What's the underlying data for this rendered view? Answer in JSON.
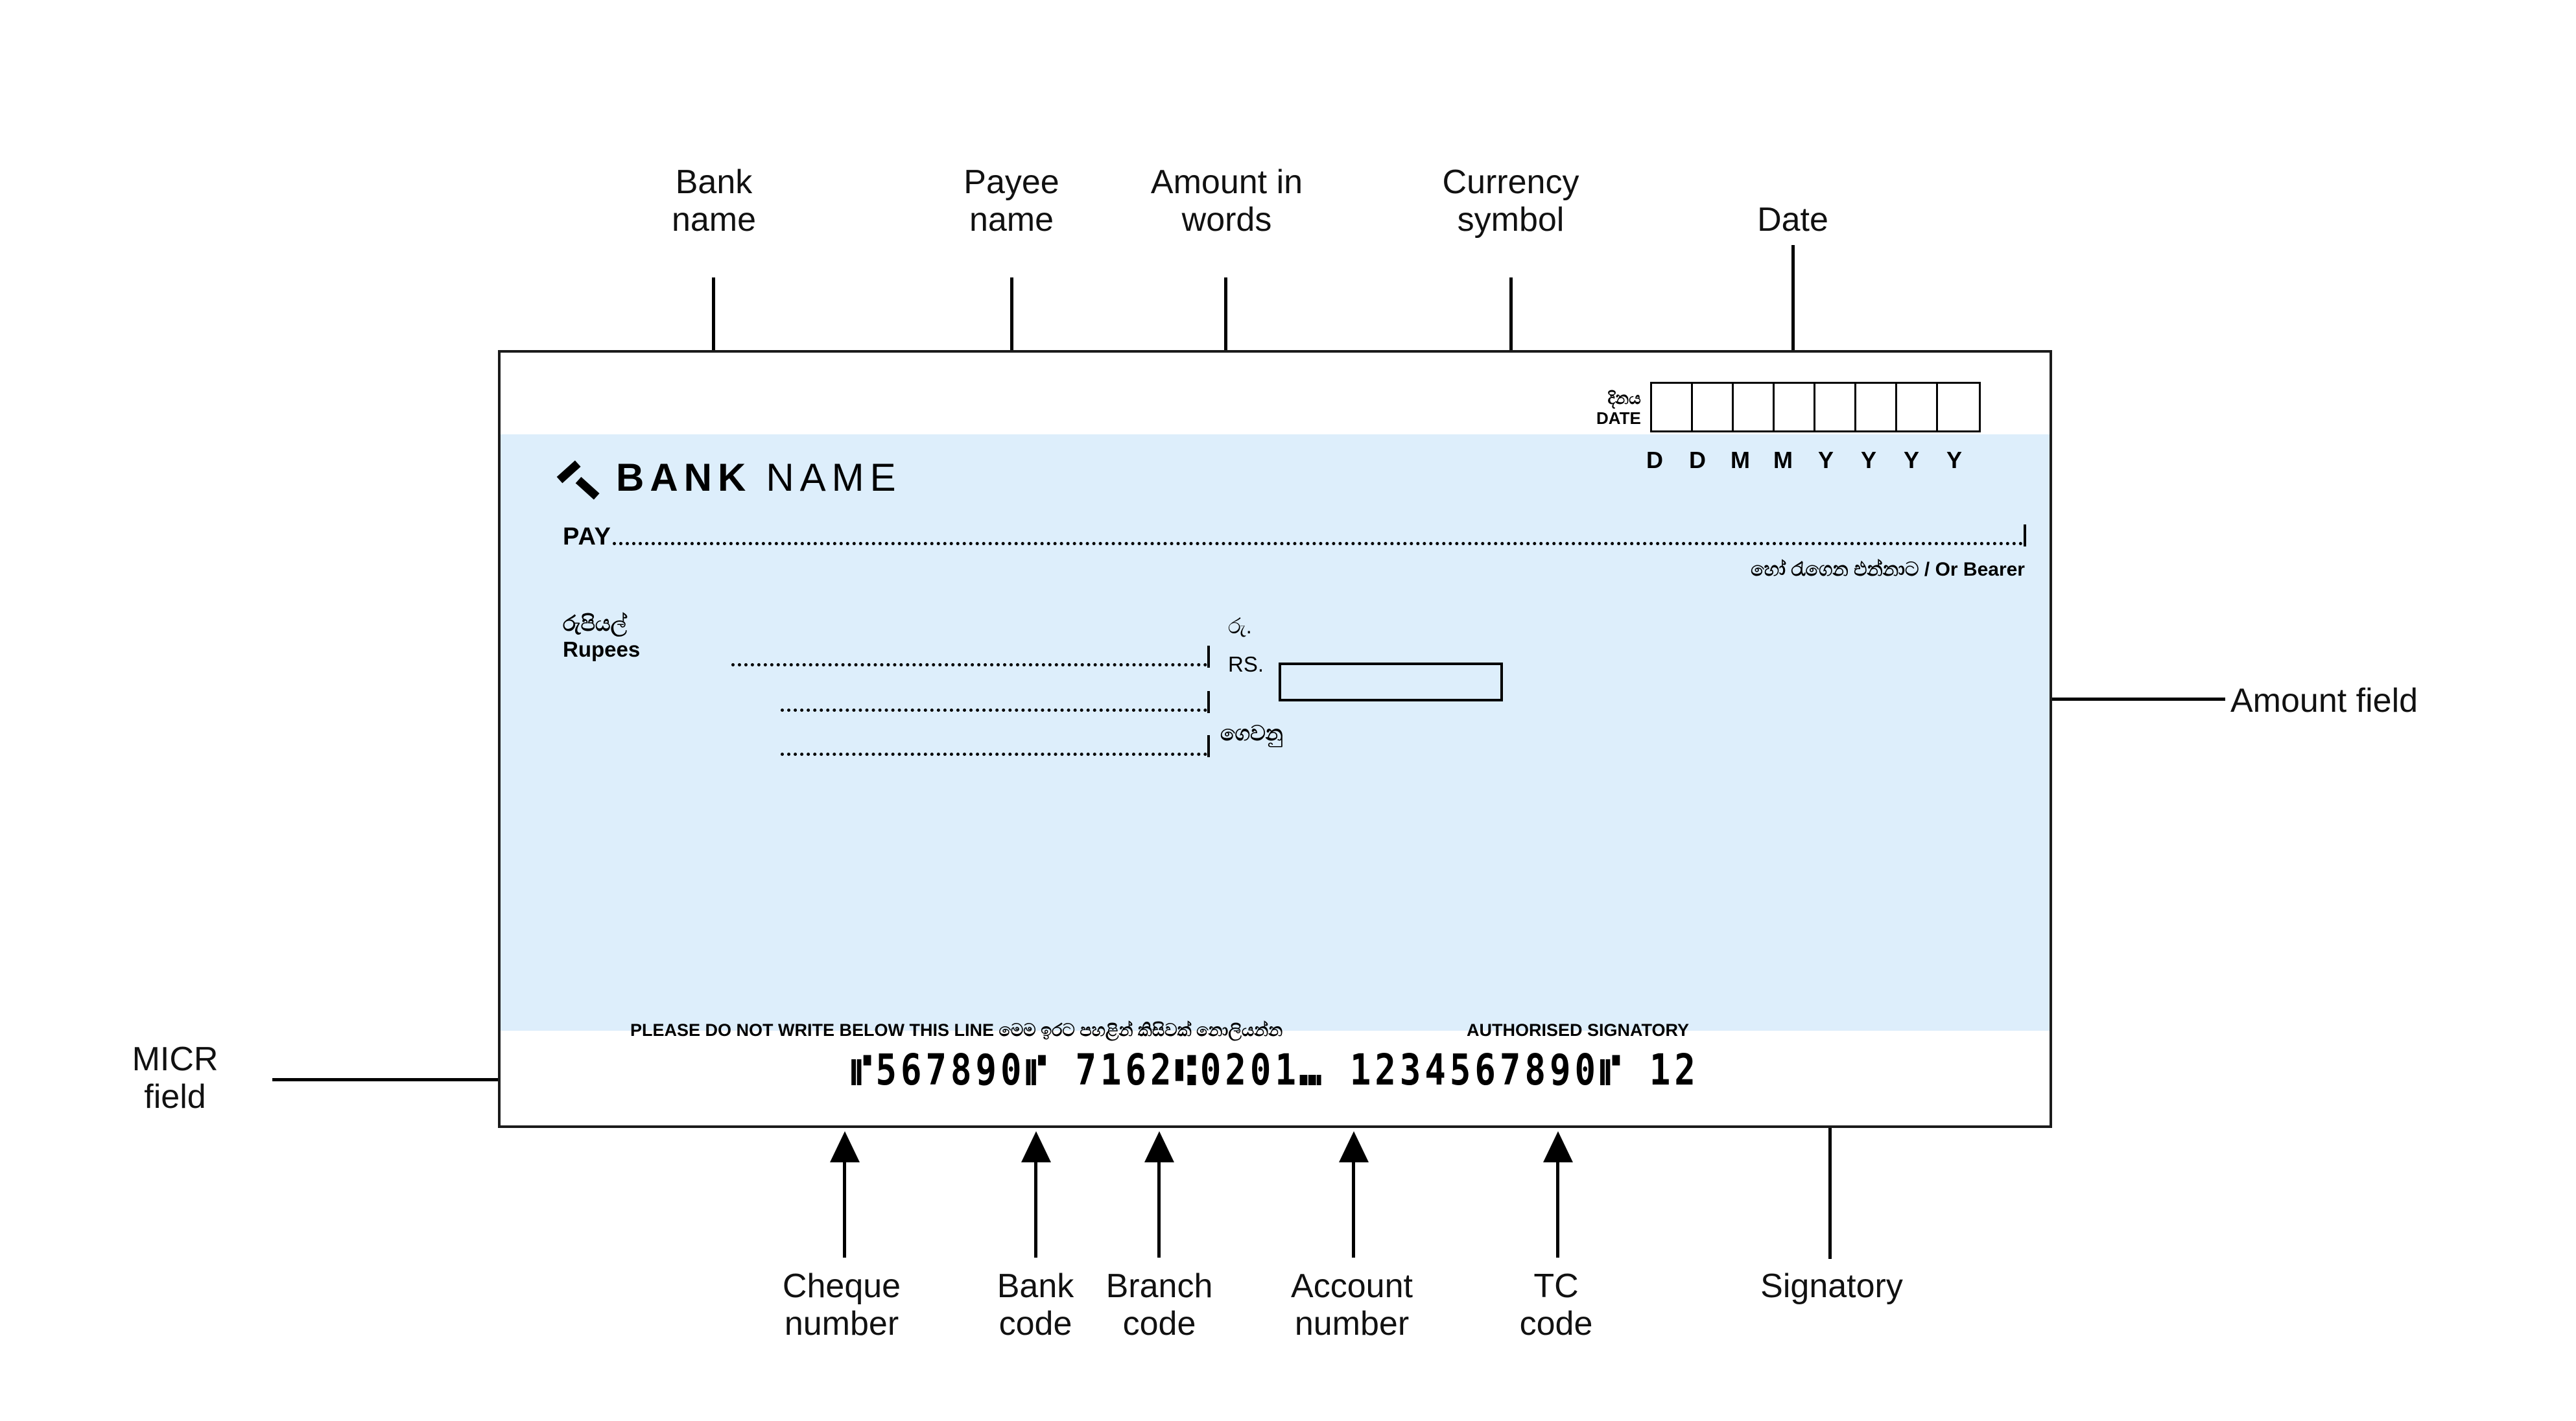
{
  "diagram": {
    "title": "Cheque anatomy diagram",
    "colors": {
      "band": "#ddeefb",
      "border": "#1b1b1b",
      "ink": "#000000",
      "page": "#ffffff"
    }
  },
  "annotations": {
    "top": [
      {
        "id": "bank-name",
        "label": "Bank\nname"
      },
      {
        "id": "payee-name",
        "label": "Payee\nname"
      },
      {
        "id": "amount-in-words",
        "label": "Amount in\nwords"
      },
      {
        "id": "currency-symbol",
        "label": "Currency\nsymbol"
      },
      {
        "id": "date",
        "label": "Date"
      }
    ],
    "left": [
      {
        "id": "micr-field",
        "label": "MICR\nfield"
      }
    ],
    "right": [
      {
        "id": "amount-field",
        "label": "Amount field"
      }
    ],
    "bottom": [
      {
        "id": "cheque-number",
        "label": "Cheque\nnumber"
      },
      {
        "id": "bank-code",
        "label": "Bank\ncode"
      },
      {
        "id": "branch-code",
        "label": "Branch\ncode"
      },
      {
        "id": "account-number",
        "label": "Account\nnumber"
      },
      {
        "id": "tc-code",
        "label": "TC\ncode"
      },
      {
        "id": "signatory",
        "label": "Signatory"
      }
    ]
  },
  "cheque": {
    "bank": {
      "logo_icon": "chevron-up-icon",
      "name_bold": "BANK",
      "name_light": "NAME"
    },
    "date": {
      "label_si": "දිනය",
      "label_en": "DATE",
      "box_count": 8,
      "format_letters": [
        "D",
        "D",
        "M",
        "M",
        "Y",
        "Y",
        "Y",
        "Y"
      ]
    },
    "pay": {
      "label": "PAY",
      "bearer_note": "හෝ රැගෙන එන්නාට / Or Bearer"
    },
    "rupees": {
      "label_si": "රුපියල්",
      "label_en": "Rupees",
      "line_count": 3,
      "trailing_si": "ගෙවනු"
    },
    "currency": {
      "symbol_si": "රු.",
      "symbol_en": "RS."
    },
    "amount_field": {
      "value": ""
    },
    "footer": {
      "do_not_write": "PLEASE DO NOT WRITE BELOW THIS LINE මෙම ඉරට පහළින් කිසිවක් නොලියන්න",
      "authorised_signatory": "AUTHORISED SIGNATORY"
    },
    "micr": {
      "full_line": "⑈567890⑈ 7162⑆0201⑉ 1234567890⑈ 12",
      "segments": {
        "cheque_number": "567890",
        "bank_code": "7162",
        "branch_code": "0201",
        "account_number": "1234567890",
        "tc_code": "12"
      }
    }
  }
}
